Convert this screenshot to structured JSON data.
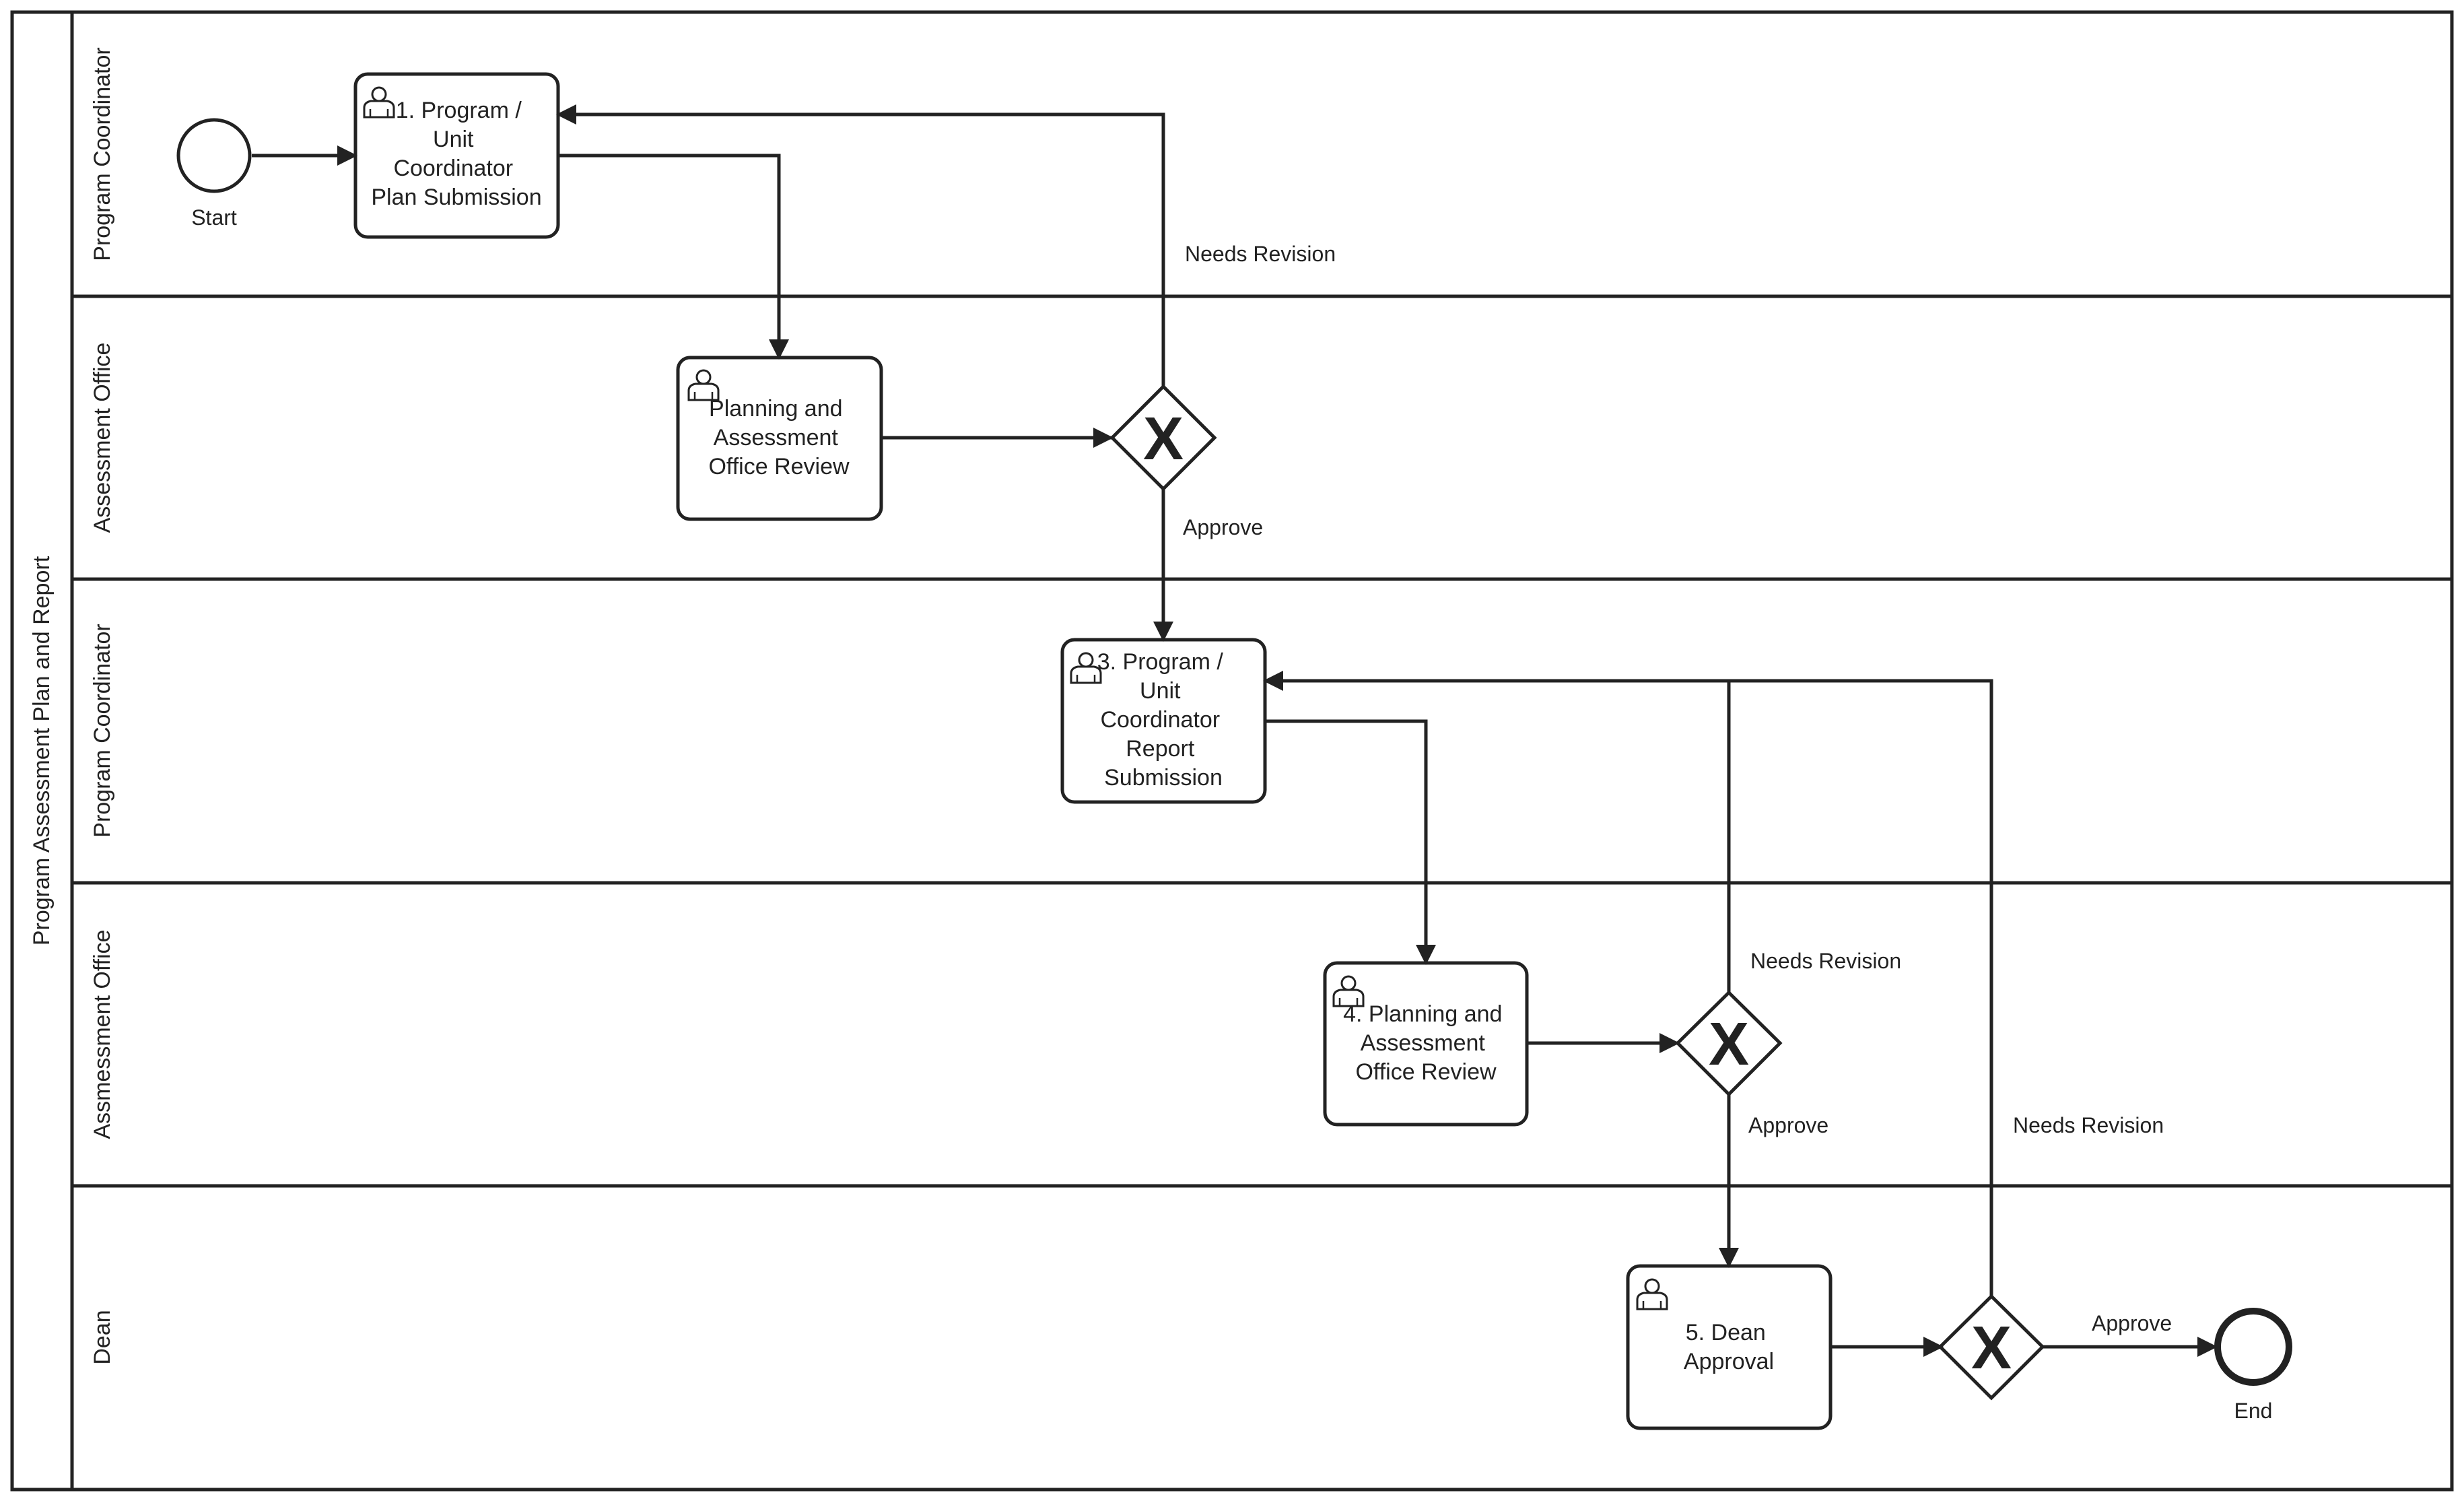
{
  "pool": {
    "title": "Program Assessment Plan and Report"
  },
  "lanes": [
    {
      "title": "Program Coordinator"
    },
    {
      "title": "Assessment Office"
    },
    {
      "title": "Program Coordinator"
    },
    {
      "title": "Assmessment Office"
    },
    {
      "title": "Dean"
    }
  ],
  "events": {
    "start": "Start",
    "end": "End"
  },
  "tasks": {
    "t1": [
      "1. Program /",
      "Unit",
      "Coordinator",
      "Plan Submission"
    ],
    "t2": [
      "Planning and",
      "Assessment",
      "Office Review"
    ],
    "t3": [
      "3. Program /",
      "Unit",
      "Coordinator",
      "Report",
      "Submission"
    ],
    "t4": [
      "4. Planning and",
      "Assessment",
      "Office Review"
    ],
    "t5": [
      "5. Dean",
      "Approval"
    ]
  },
  "gateways": {
    "symbol": "X"
  },
  "flow_labels": {
    "g1_revise": "Needs Revision",
    "g1_approve": "Approve",
    "g2_revise": "Needs Revision",
    "g2_approve": "Approve",
    "g3_revise": "Needs Revision",
    "g3_approve": "Approve"
  },
  "icons": {
    "task_icon": "user-icon"
  },
  "colors": {
    "stroke": "#222222",
    "background": "#ffffff"
  }
}
